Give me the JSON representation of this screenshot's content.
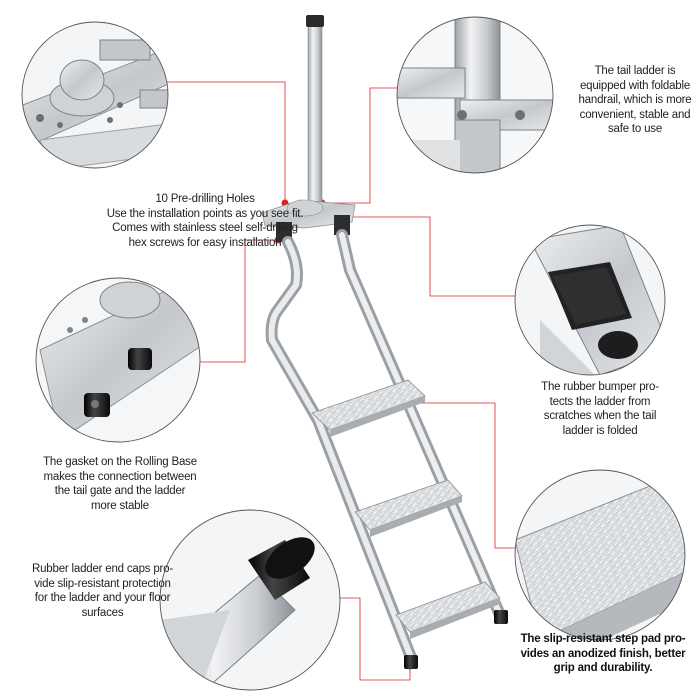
{
  "captions": {
    "holes": [
      "10 Pre-drilling Holes",
      "Use the installation points as you see fit.",
      "Comes with stainless steel self-drilling",
      "hex screws for easy installation"
    ],
    "handrail": [
      "The tail ladder is",
      "equipped with foldable",
      "handrail, which is more",
      "convenient, stable and",
      "safe to use"
    ],
    "bumper": [
      "The rubber bumper pro-",
      "tects the ladder from",
      "scratches when the tail",
      "ladder is folded"
    ],
    "gasket": [
      "The gasket on the Rolling Base",
      "makes the connection between",
      "the tail gate and the ladder",
      "more stable"
    ],
    "endcaps": [
      "Rubber ladder end caps pro-",
      "vide slip-resistant protection",
      "for the ladder and your floor",
      "surfaces"
    ],
    "steppad": [
      "The slip-resistant step pad pro-",
      "vides an anodized finish, better",
      "grip and durability."
    ]
  },
  "colors": {
    "leader_line": "#e0202a",
    "circle_border": "#555555",
    "aluminum": "#d7d9dc",
    "rubber": "#1b1b1b"
  },
  "icons": [
    "ladder-photo",
    "detail-circle-photo"
  ]
}
